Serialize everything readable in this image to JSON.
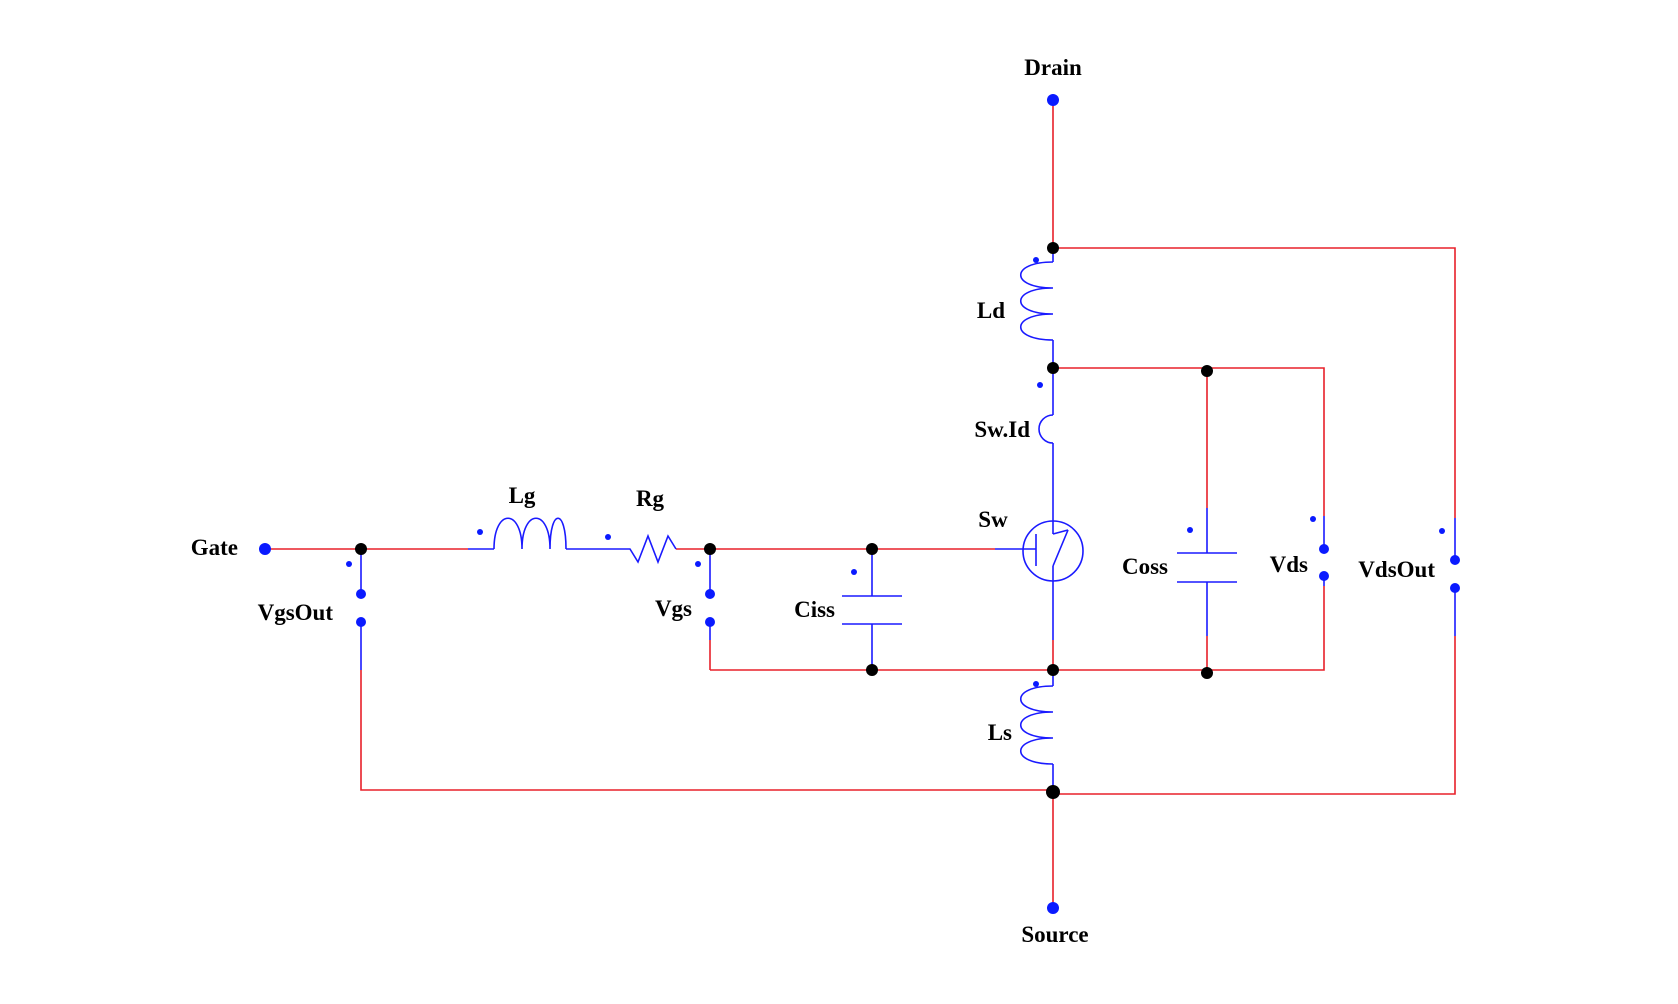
{
  "colors": {
    "wire": "#e8202a",
    "component": "#1a1aff",
    "junction": "#000000",
    "terminal": "#0a1aff",
    "text": "#000000",
    "background": "#ffffff"
  },
  "labels": {
    "drain": "Drain",
    "source": "Source",
    "gate": "Gate",
    "ld": "Ld",
    "sw_id": "Sw.Id",
    "sw": "Sw",
    "lg": "Lg",
    "rg": "Rg",
    "ls": "Ls",
    "vgs_out": "VgsOut",
    "vgs": "Vgs",
    "ciss": "Ciss",
    "coss": "Coss",
    "vds": "Vds",
    "vds_out": "VdsOut"
  }
}
